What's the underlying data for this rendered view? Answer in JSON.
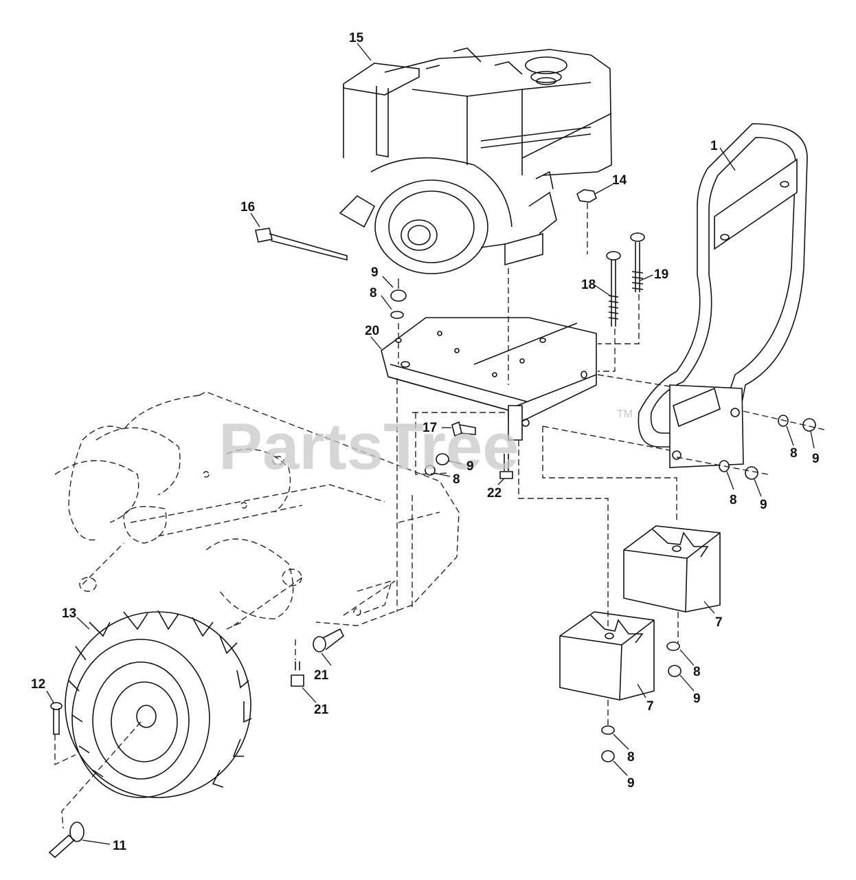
{
  "diagram": {
    "watermark": "PartsTree",
    "trademark": "TM",
    "callouts": [
      "15",
      "1",
      "14",
      "16",
      "9",
      "8",
      "18",
      "19",
      "20",
      "17",
      "9",
      "8",
      "22",
      "8",
      "9",
      "8",
      "9",
      "13",
      "7",
      "7",
      "8",
      "9",
      "21",
      "21",
      "12",
      "8",
      "9",
      "11"
    ]
  }
}
